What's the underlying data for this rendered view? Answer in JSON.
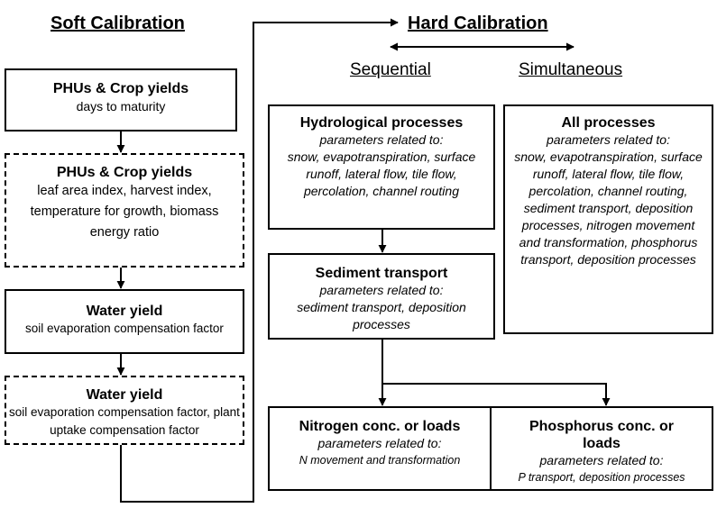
{
  "soft": {
    "heading": "Soft Calibration",
    "boxes": [
      {
        "title": "PHUs & Crop yields",
        "desc": "days to maturity"
      },
      {
        "title": "PHUs & Crop yields",
        "desc": "leaf area index, harvest index, temperature for growth,  biomass energy ratio"
      },
      {
        "title": "Water yield",
        "desc": "soil evaporation compensation factor"
      },
      {
        "title": "Water yield",
        "desc": "soil evaporation compensation factor, plant uptake compensation factor"
      }
    ]
  },
  "hard": {
    "heading": "Hard Calibration",
    "sequential_label": "Sequential",
    "simultaneous_label": "Simultaneous",
    "hydrological": {
      "title": "Hydrological processes",
      "prefix": "parameters related to:",
      "desc": "snow, evapotranspiration, surface runoff, lateral flow, tile flow, percolation, channel routing"
    },
    "sediment": {
      "title": "Sediment transport",
      "prefix": "parameters related to:",
      "desc": "sediment transport, deposition processes"
    },
    "nitrogen": {
      "title": "Nitrogen conc. or loads",
      "prefix": "parameters related to:",
      "desc": "N movement and transformation"
    },
    "phosphorus": {
      "title": "Phosphorus conc. or loads",
      "prefix": "parameters related to:",
      "desc": "P transport, deposition processes"
    },
    "all": {
      "title": "All processes",
      "prefix": "parameters related to:",
      "desc": "snow, evapotranspiration, surface runoff, lateral flow, tile flow, percolation, channel routing, sediment transport, deposition processes, nitrogen movement and transformation, phosphorus transport, deposition processes"
    }
  }
}
